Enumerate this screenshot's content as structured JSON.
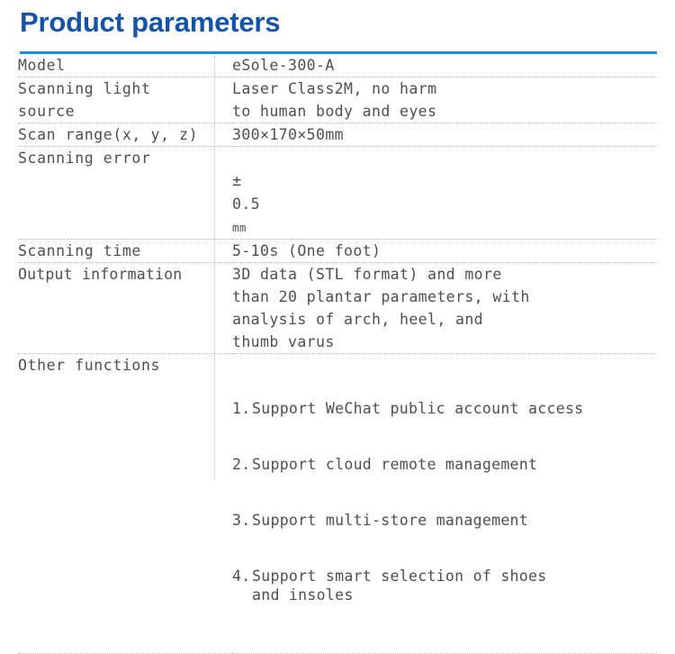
{
  "page": {
    "title": "Product parameters",
    "title_color": "#1554a8",
    "rule_color": "#1e8ae8",
    "text_color": "#4f4f4f",
    "separator_color": "#b9b9b9"
  },
  "table": {
    "rows": [
      {
        "label": "Model",
        "value": "eSole-300-A"
      },
      {
        "label": "Scanning light\nsource",
        "value": "Laser Class2M, no harm\nto human body and eyes"
      },
      {
        "label": "Scan range(x, y, z)",
        "value": "300×170×50mm"
      },
      {
        "label": "Scanning error",
        "value_symbol": "±",
        "value_number": "0.5",
        "value_unit": "mm"
      },
      {
        "label": "Scanning time",
        "value": "5-10s (One foot)"
      },
      {
        "label": "Output information",
        "value": "3D data (STL format) and more\nthan 20 plantar parameters, with\nanalysis of arch, heel, and\nthumb varus"
      },
      {
        "label": "Other functions",
        "functions": [
          {
            "num": "1.",
            "text": "Support WeChat public account access"
          },
          {
            "num": "2.",
            "text": "Support cloud remote management"
          },
          {
            "num": "3.",
            "text": "Support multi-store management"
          },
          {
            "num": "4.",
            "text": "Support smart selection of shoes\n  and insoles"
          }
        ]
      }
    ]
  }
}
